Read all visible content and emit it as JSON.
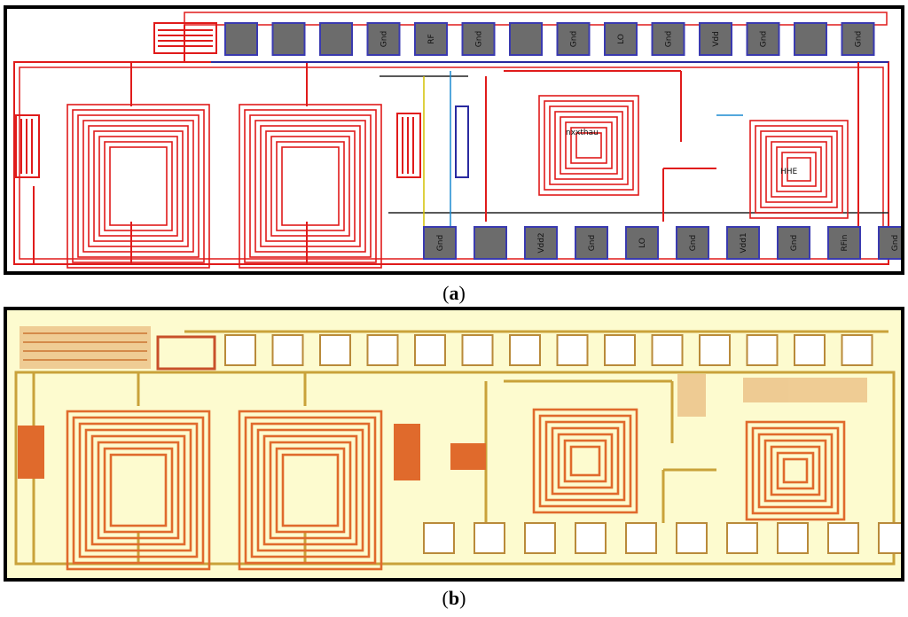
{
  "captions": {
    "a": {
      "open": "(",
      "letter": "a",
      "close": ")"
    },
    "b": {
      "open": "(",
      "letter": "b",
      "close": ")"
    }
  },
  "layout": {
    "top_pads": [
      "",
      "",
      "",
      "Gnd",
      "RF",
      "Gnd",
      "",
      "Gnd",
      "LO",
      "Gnd",
      "Vdd",
      "Gnd",
      "",
      "Gnd"
    ],
    "bottom_pads": [
      "Gnd",
      "",
      "Vdd2",
      "Gnd",
      "LO",
      "Gnd",
      "Vdd1",
      "Gnd",
      "RFin",
      "Gnd"
    ],
    "inductor_labels": [
      "nxxthau",
      "HHE"
    ]
  },
  "colors": {
    "layout_red": "#e01b1b",
    "pad_gray": "#6c6c6c",
    "pad_border": "#3a3ab0",
    "photo_bg": "#fdfbcf",
    "photo_coil": "#e06a2c",
    "photo_pad": "#ffffff"
  }
}
